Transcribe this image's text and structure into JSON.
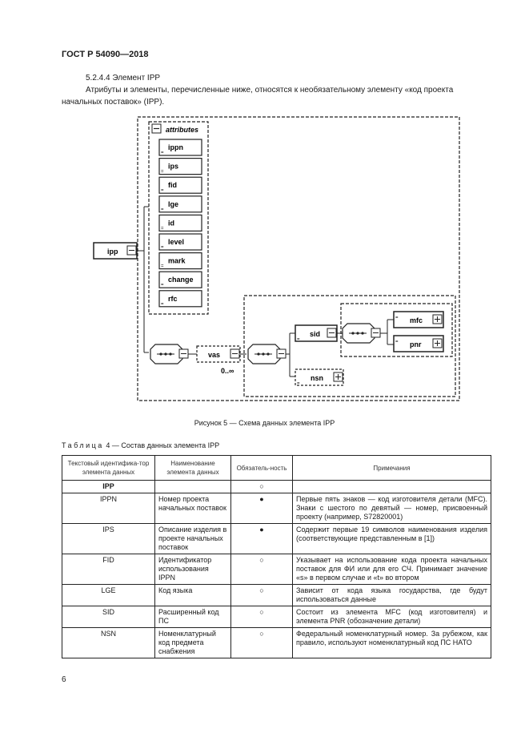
{
  "header": {
    "standard": "ГОСТ Р 54090—2018"
  },
  "section": {
    "number_title": "5.2.4.4 Элемент IPP",
    "paragraph": "Атрибуты и элементы, перечисленные ниже, относятся к необязательному элементу «код проекта начальных поставок» (IPP)."
  },
  "diagram": {
    "root": "ipp",
    "attributes_label": "attributes",
    "attributes": [
      "ippn",
      "ips",
      "fid",
      "lge",
      "id",
      "level",
      "mark",
      "change",
      "rfc"
    ],
    "vas": "vas",
    "vas_occurs": "0..∞",
    "sid": "sid",
    "nsn": "nsn",
    "mfc": "mfc",
    "pnr": "pnr"
  },
  "figure_caption": "Рисунок 5 — Схема данных элемента IPP",
  "table": {
    "caption_prefix": "Таблица",
    "caption_rest": "4 — Состав данных элемента IPP",
    "headers": [
      "Текстовый идентифика-тор элемента данных",
      "Наименование элемента данных",
      "Обязатель-ность",
      "Примечания"
    ],
    "rows": [
      {
        "id": "IPP",
        "name": "",
        "req": "○",
        "note": ""
      },
      {
        "id": "IPPN",
        "name": "Номер проекта начальных поставок",
        "req": "●",
        "note": "Первые пять знаков — код изготовителя детали (MFC). Знаки с шестого по девятый — номер, присвоенный проекту (например, S72820001)"
      },
      {
        "id": "IPS",
        "name": "Описание изделия в проекте начальных поставок",
        "req": "●",
        "note": "Содержит первые 19 символов наименования изделия (соответствующие представленным в [1])"
      },
      {
        "id": "FID",
        "name": "Идентификатор использования IPPN",
        "req": "○",
        "note": "Указывает на использование кода проекта начальных поставок для ФИ или для его СЧ. Принимает значение «s» в первом случае и «t» во втором"
      },
      {
        "id": "LGE",
        "name": "Код языка",
        "req": "○",
        "note": "Зависит от кода языка государства, где будут использоваться данные"
      },
      {
        "id": "SID",
        "name": "Расширенный код ПС",
        "req": "○",
        "note": "Состоит из элемента MFC (код изготовителя) и элемента PNR (обозначение детали)"
      },
      {
        "id": "NSN",
        "name": "Номенклатурный код предмета снабжения",
        "req": "○",
        "note": "Федеральный номенклатурный номер. За рубежом, как правило, используют номенклатурный код ПС НАТО"
      }
    ]
  },
  "page_number": "6"
}
